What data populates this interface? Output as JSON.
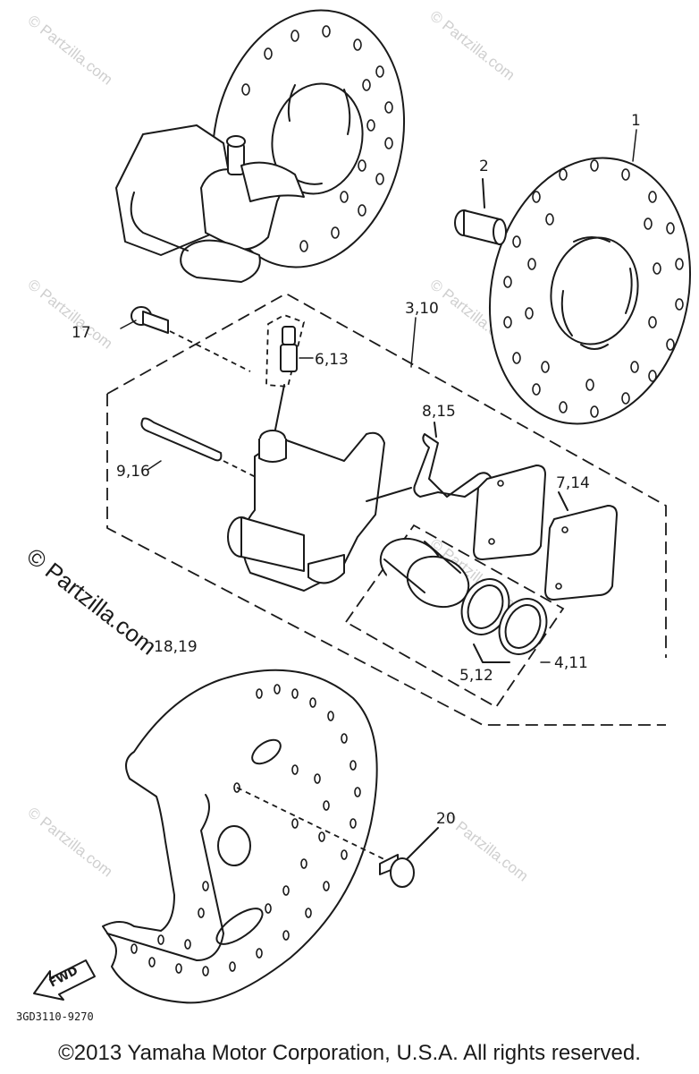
{
  "labels": {
    "p1": "1",
    "p2": "2",
    "p3_10": "3,10",
    "p6_13": "6,13",
    "p17": "17",
    "p8_15": "8,15",
    "p9_16": "9,16",
    "p7_14": "7,14",
    "p18_19": "18,19",
    "p5_12": "5,12",
    "p4_11": "4,11",
    "p20": "20",
    "fwd": "FWD"
  },
  "diagram_code": "3GD3110-9270",
  "watermark": {
    "text": "© Partzilla.com",
    "large_text": "© Partzilla.com"
  },
  "copyright": "©2013 Yamaha Motor Corporation, U.S.A. All rights reserved."
}
